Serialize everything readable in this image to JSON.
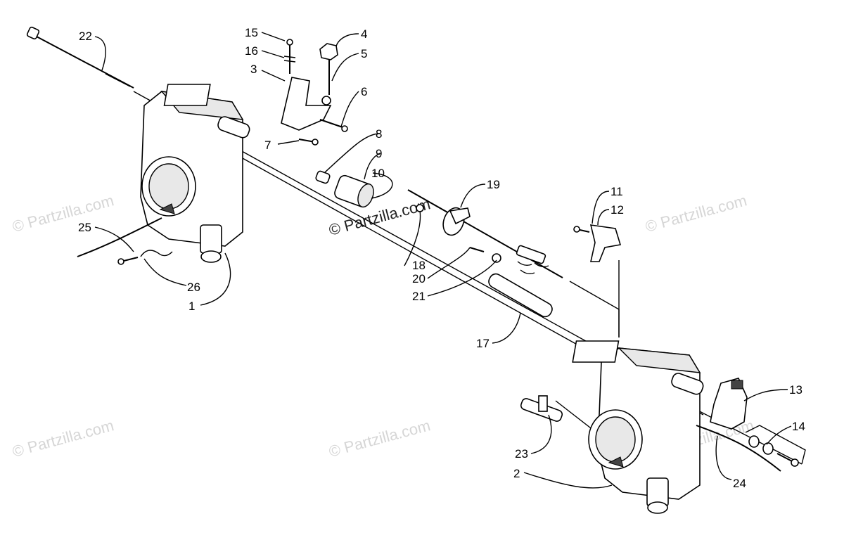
{
  "watermarks": {
    "text": "© Partzilla.com",
    "center_text": "© Partzilla.com"
  },
  "callouts": [
    "1",
    "2",
    "3",
    "4",
    "5",
    "6",
    "7",
    "8",
    "9",
    "10",
    "11",
    "12",
    "13",
    "14",
    "15",
    "16",
    "17",
    "18",
    "19",
    "20",
    "21",
    "22",
    "23",
    "24",
    "25",
    "26"
  ],
  "colors": {
    "line": "#000000",
    "watermark": "#d6d6d6",
    "background": "#ffffff"
  }
}
